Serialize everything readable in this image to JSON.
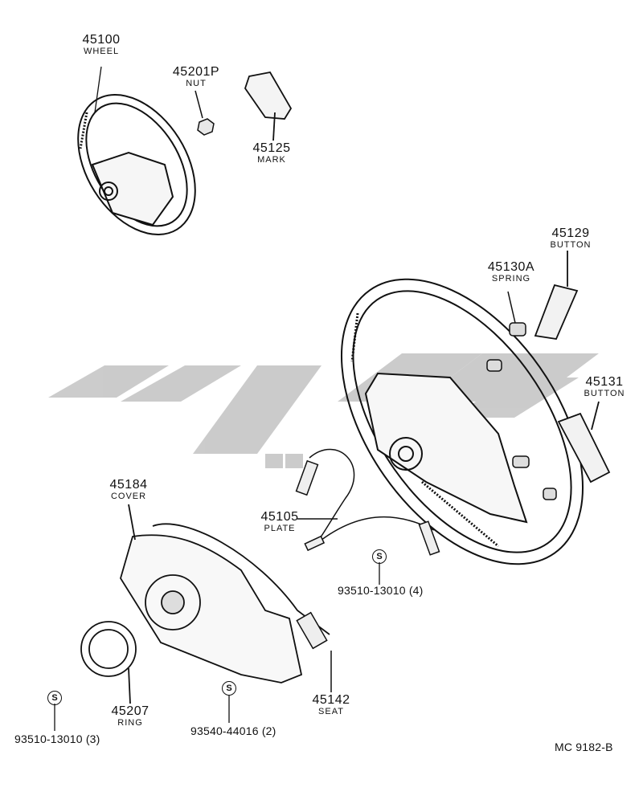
{
  "parts": [
    {
      "id": "wheel",
      "number": "45100",
      "name": "WHEEL"
    },
    {
      "id": "nut",
      "number": "45201P",
      "name": "NUT"
    },
    {
      "id": "mark",
      "number": "45125",
      "name": "MARK"
    },
    {
      "id": "button-upper",
      "number": "45129",
      "name": "BUTTON"
    },
    {
      "id": "spring",
      "number": "45130A",
      "name": "SPRING"
    },
    {
      "id": "button-lower",
      "number": "45131",
      "name": "BUTTON"
    },
    {
      "id": "cover",
      "number": "45184",
      "name": "COVER"
    },
    {
      "id": "plate",
      "number": "45105",
      "name": "PLATE"
    },
    {
      "id": "ring",
      "number": "45207",
      "name": "RING"
    },
    {
      "id": "seat",
      "number": "45142",
      "name": "SEAT"
    }
  ],
  "screws": [
    {
      "id": "screw-plate",
      "symbol": "S",
      "code": "93510-13010 (4)"
    },
    {
      "id": "screw-ring",
      "symbol": "S",
      "code": "93510-13010 (3)"
    },
    {
      "id": "screw-cover",
      "symbol": "S",
      "code": "93540-44016 (2)"
    }
  ],
  "diagram_code": "MC  9182-B"
}
